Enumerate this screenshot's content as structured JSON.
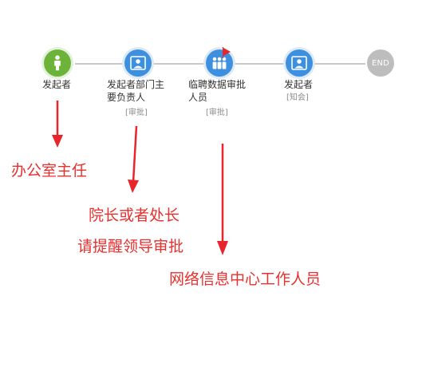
{
  "steps": [
    {
      "label": "发起者",
      "tag": "",
      "icon": "person-icon",
      "color": "#6cb33a"
    },
    {
      "label_line1": "发起者部门主",
      "label_line2": "要负责人",
      "tag": "[审批]",
      "icon": "user-profile-icon",
      "color": "#3d8fe0"
    },
    {
      "label_line1": "临聘数据审批",
      "label_line2": "人员",
      "tag": "[审批]",
      "icon": "group-icon",
      "color": "#3d8fe0",
      "flagged": true
    },
    {
      "label": "发起者",
      "tag": "[知会]",
      "icon": "user-profile-icon",
      "color": "#3d8fe0"
    },
    {
      "label": "END",
      "color": "#bdbdbd"
    }
  ],
  "annotations": {
    "office_director": "办公室主任",
    "dean_or_head": "院长或者处长",
    "remind_leader": "请提醒领导审批",
    "network_staff": "网络信息中心工作人员"
  },
  "colors": {
    "annotation": "#e8302f",
    "arrow": "#e7252a"
  }
}
